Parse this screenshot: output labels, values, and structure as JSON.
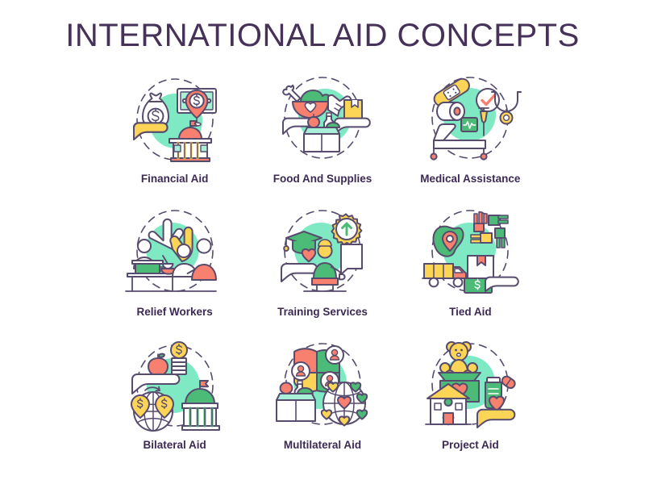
{
  "header": {
    "title": "INTERNATIONAL AID CONCEPTS",
    "title_color": "#463159"
  },
  "palette": {
    "mint": "#7FE9C3",
    "mint_light": "#A9F0D8",
    "coral": "#F8806F",
    "coral_light": "#FCA293",
    "yellow": "#FCD456",
    "green": "#4CBB77",
    "green_dark": "#34A35F",
    "outline": "#574B6E",
    "label_text": "#3C2A54",
    "white": "#FFFFFF",
    "background": "#FFFFFF"
  },
  "grid": {
    "columns": 3,
    "rows": 3,
    "items": [
      {
        "id": "financial-aid",
        "label": "Financial Aid",
        "icon": "money-bag-hand-banknote-bank-icon",
        "elements": [
          "money bag with dollar sign",
          "open hand",
          "dollar banknote",
          "location pin with dollar",
          "bank building with flag"
        ]
      },
      {
        "id": "food-and-supplies",
        "label": "Food And Supplies",
        "icon": "food-bowl-heart-hands-supply-box-icon",
        "elements": [
          "bowl with heart and vegetables",
          "hand holding bowl",
          "hands passing box",
          "open carton of groceries"
        ]
      },
      {
        "id": "medical-assistance",
        "label": "Medical Assistance",
        "icon": "bandage-stethoscope-hospital-bed-icon",
        "elements": [
          "adhesive bandage",
          "roll of gauze",
          "check mark",
          "stethoscope",
          "hospital bed",
          "IV drip",
          "heart monitor"
        ]
      },
      {
        "id": "relief-workers",
        "label": "Relief Workers",
        "icon": "volunteers-serving-food-hands-icon",
        "elements": [
          "helping hands",
          "volunteer at soup pot",
          "table",
          "people receiving food"
        ]
      },
      {
        "id": "training-services",
        "label": "Training Services",
        "icon": "graduation-cap-gear-presenter-icon",
        "elements": [
          "graduation cap",
          "heart on hand",
          "gear with up arrow",
          "presenter at podium with board"
        ]
      },
      {
        "id": "tied-aid",
        "label": "Tied Aid",
        "icon": "delivery-truck-map-handshake-money-icon",
        "elements": [
          "delivery truck with boxes",
          "map with location pin",
          "four hands interlocked",
          "cardboard box",
          "banknote with dollar"
        ]
      },
      {
        "id": "bilateral-aid",
        "label": "Bilateral Aid",
        "icon": "hand-apple-coins-globe-bank-icon",
        "elements": [
          "hand holding apple",
          "stack of coins with dollar",
          "globe with two dollar pins",
          "government bank building with flag"
        ]
      },
      {
        "id": "multilateral-aid",
        "label": "Multilateral Aid",
        "icon": "world-map-avatars-supply-box-heart-globe-icon",
        "elements": [
          "world map segments with user avatars",
          "open box with groceries",
          "globe covered with hearts"
        ]
      },
      {
        "id": "project-aid",
        "label": "Project Aid",
        "icon": "teddy-bear-box-medicine-house-hand-icon",
        "elements": [
          "teddy bear in donation box with heart",
          "medicine bottle and pill",
          "hand holding heart",
          "house with heart"
        ]
      }
    ]
  }
}
